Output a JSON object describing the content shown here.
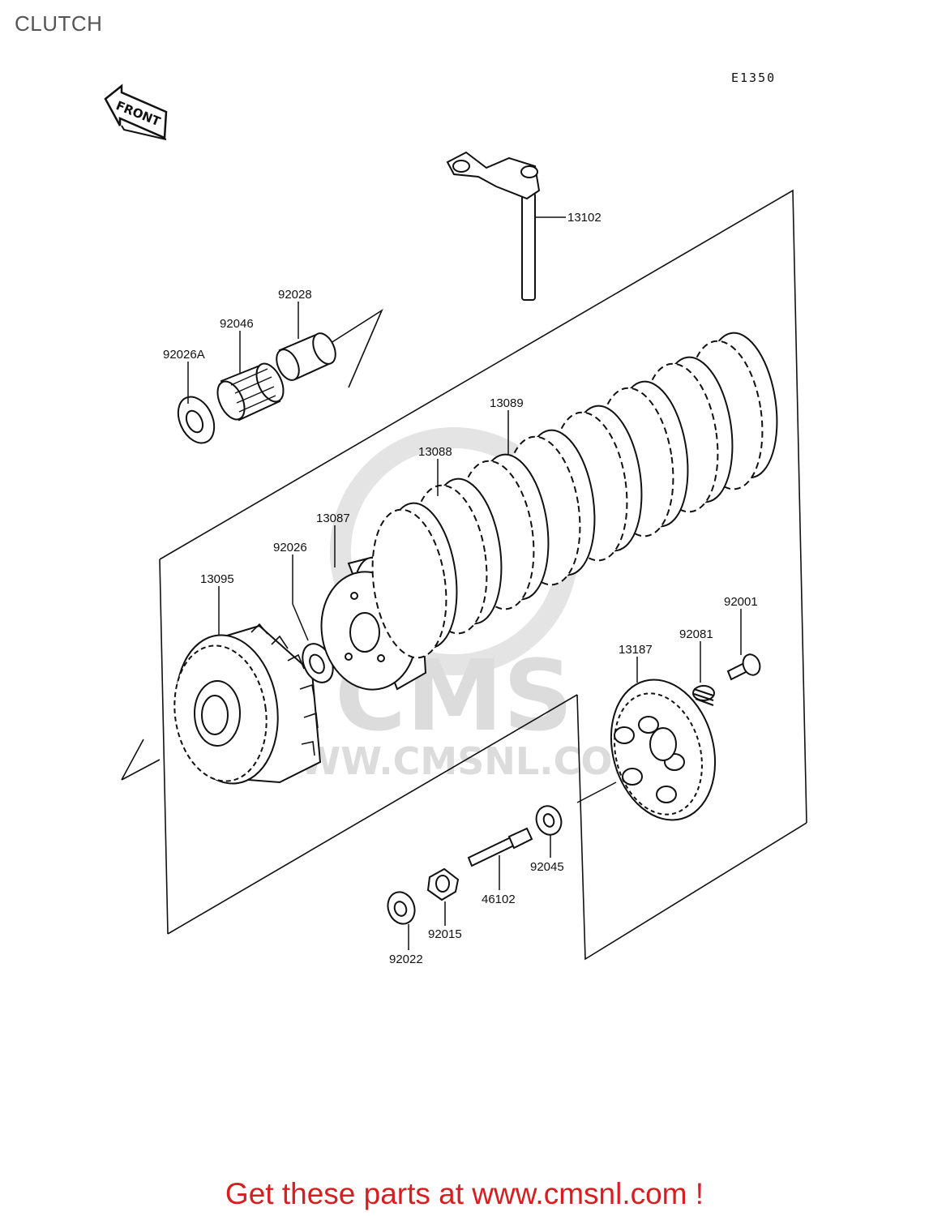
{
  "page": {
    "title": "CLUTCH"
  },
  "diagram": {
    "code": "E1350",
    "front_label": "FRONT",
    "watermark": {
      "brand": "CMS",
      "url": "WWW.CMSNL.COM"
    },
    "part_numbers": [
      "13102",
      "92028",
      "92046",
      "92026A",
      "13089",
      "13088",
      "13087",
      "92026",
      "13095",
      "92001",
      "92081",
      "13187",
      "92045",
      "46102",
      "92015",
      "92022"
    ]
  },
  "footer": {
    "text": "Get these parts at www.cmsnl.com !"
  },
  "colors": {
    "footer": "#d71f1f",
    "title": "#555555",
    "watermark": "#dcdcdc"
  }
}
